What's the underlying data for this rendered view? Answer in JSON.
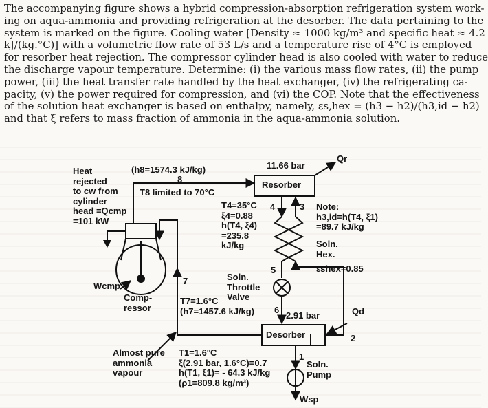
{
  "problem_lines": [
    "The accompanying figure shows a hybrid compression-absorption refrigeration system work-",
    "ing on aqua-ammonia and providing refrigeration at the desorber. The data pertaining to the",
    "system is marked on the figure. Cooling water [Density ≈ 1000 kg/m³ and specific heat ≈ 4.2",
    "kJ/(kg.°C)] with a volumetric flow rate of 53 L/s and a temperature rise of 4°C is employed",
    "for resorber heat rejection. The compressor cylinder head is also cooled with water to reduce",
    "the discharge vapour temperature. Determine: (i) the various mass flow rates, (ii) the pump",
    "power, (iii) the heat transfer rate handled by the heat exchanger, (iv) the refrigerating ca-",
    "pacity, (v) the power required for compression, and (vi) the COP. Note that the effectiveness",
    "of the solution heat exchanger is based on enthalpy, namely, εs,hex = (h3 − h2)/(h3,id − h2)",
    "and that ξ refers to mass fraction of ammonia in the aqua-ammonia solution."
  ],
  "figure": {
    "heat_rejected": "Heat\nrejected\nto cw from\ncylinder\nhead =Qcmp\n=101 kW",
    "h8": "(h8=1574.3 kJ/kg)",
    "pt8": "8",
    "t8_limit": "T8 limited to 70°C",
    "p_high": "11.66 bar",
    "qr": "Qr",
    "resorber": "Resorber",
    "state4": "T4=35°C\nξ4=0.88\nh(T4, ξ4)\n=235.8\nkJ/kg",
    "pt4": "4",
    "pt3": "3",
    "note": "Note:\nh3,id=h(T4, ξ1)\n=89.7 kJ/kg",
    "soln_hex": "Soln.\nHex.",
    "eps_hex": "εshex=0.85",
    "pt5": "5",
    "throttle": "Soln.\nThrottle\nValve",
    "pt7": "7",
    "state7": "T7=1.6°C\n(h7=1457.6 kJ/kg)",
    "wcmp": "Wcmp",
    "compressor": "Comp-\nressor",
    "pt6": "6",
    "p_low": "2.91 bar",
    "qd": "Qd",
    "desorber": "Desorber",
    "pt2": "2",
    "pt1": "1",
    "almost_pure": "Almost pure\nammonia\nvapour",
    "state1": "T1=1.6°C\nξ(2.91 bar, 1.6°C)=0.7\nh(T1, ξ1)= - 64.3 kJ/kg\n(ρ1=809.8 kg/m³)",
    "pump": "Soln.\nPump",
    "wsp": "Wsp"
  }
}
